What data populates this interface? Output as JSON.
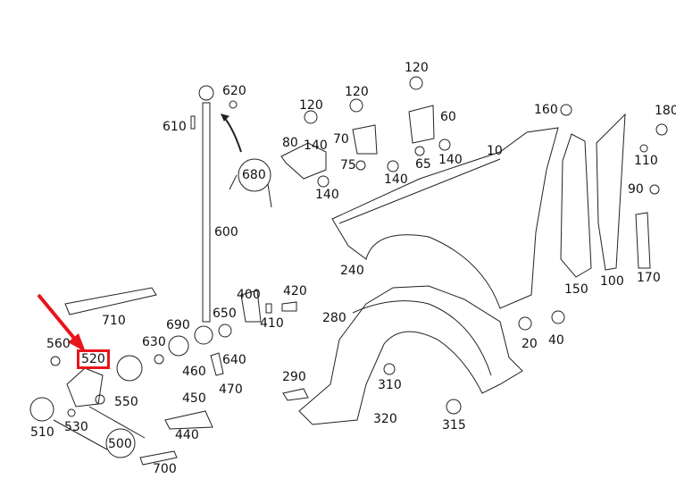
{
  "diagram": {
    "part_labels": [
      "620",
      "610",
      "680",
      "600",
      "120",
      "120",
      "120",
      "80",
      "70",
      "75",
      "140",
      "140",
      "65",
      "60",
      "140",
      "10",
      "160",
      "180",
      "110",
      "90",
      "170",
      "100",
      "150",
      "240",
      "400",
      "420",
      "410",
      "650",
      "690",
      "630",
      "280",
      "20",
      "40",
      "710",
      "560",
      "520",
      "460",
      "640",
      "470",
      "450",
      "550",
      "440",
      "290",
      "310",
      "320",
      "315",
      "510",
      "530",
      "500",
      "700",
      "140"
    ],
    "highlighted_label": "520",
    "colors": {
      "highlight": "#e8141b",
      "line": "#222222"
    },
    "pointer": "red-arrow-icon"
  }
}
